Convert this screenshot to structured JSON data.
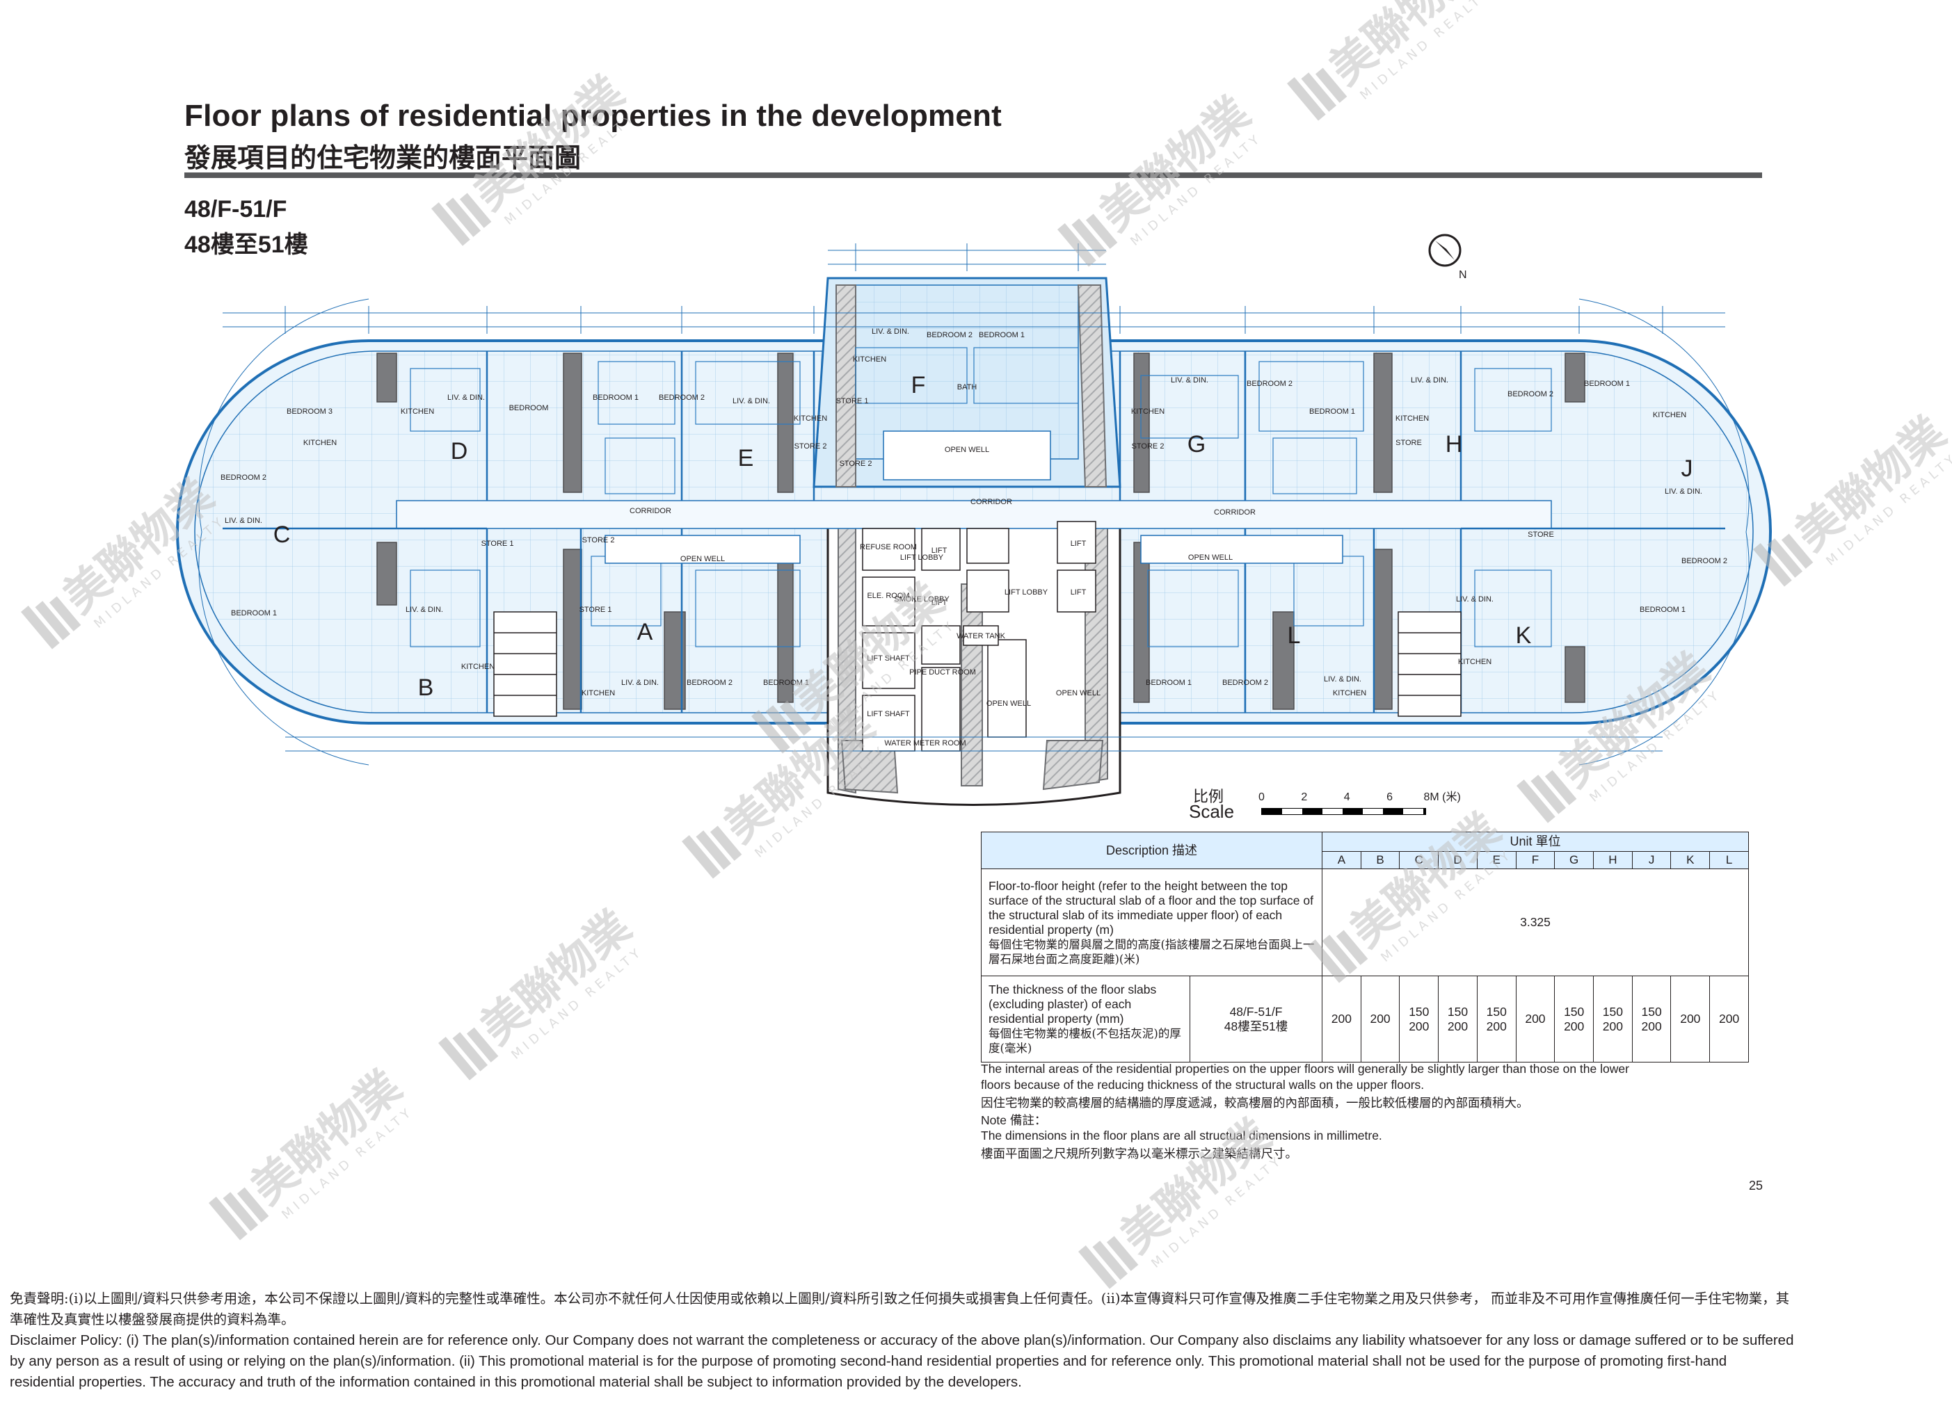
{
  "header": {
    "title_en": "Floor plans of residential properties in the development",
    "title_zh": "發展項目的住宅物業的樓面平面圖",
    "floor_en": "48/F-51/F",
    "floor_zh": "48樓至51樓"
  },
  "colors": {
    "rule": "#58595b",
    "plan_line": "#1f6fb5",
    "unit_fill": "#cfe6f7",
    "wall": "#6d6e71",
    "watermark": "#bfbfbf"
  },
  "plan": {
    "units": [
      "A",
      "B",
      "C",
      "D",
      "E",
      "F",
      "G",
      "H",
      "J",
      "K",
      "L"
    ],
    "room_labels": {
      "corridor": "CORRIDOR",
      "open_well": "OPEN WELL",
      "lift": "LIFT",
      "lift_lobby": "LIFT LOBBY",
      "lift_shaft": "LIFT SHAFT",
      "refuse_room": "REFUSE ROOM",
      "ele_room": "ELE. ROOM",
      "smoke_lobby": "SMOKE LOBBY",
      "water_tank": "WATER TANK",
      "pipe_duct_room": "PIPE DUCT ROOM",
      "water_meter_room": "WATER METER ROOM",
      "liv_din": "LIV. & DIN.",
      "bedroom": "BEDROOM",
      "bedroom_1": "BEDROOM 1",
      "bedroom_2": "BEDROOM 2",
      "bedroom_3": "BEDROOM 3",
      "kitchen": "KITCHEN",
      "bath": "BATH",
      "store": "STORE",
      "store_1": "STORE 1",
      "store_2": "STORE 2"
    },
    "north_label": "N"
  },
  "scale": {
    "label_zh": "比例",
    "label_en": "Scale",
    "ticks": [
      "0",
      "2",
      "4",
      "6",
      "8M (米)"
    ]
  },
  "table": {
    "description_header": "Description 描述",
    "unit_header": "Unit 單位",
    "unit_letters": [
      "A",
      "B",
      "C",
      "D",
      "E",
      "F",
      "G",
      "H",
      "J",
      "K",
      "L"
    ],
    "row1": {
      "desc_en": "Floor-to-floor height (refer to the height between the top surface of the structural slab of a floor and the top surface of the structural slab of its immediate upper floor) of each residential property (m)",
      "desc_zh": "每個住宅物業的層與層之間的高度(指該樓層之石屎地台面與上一層石屎地台面之高度距離)(米)",
      "value": "3.325"
    },
    "row2": {
      "desc_en": "The thickness of the floor slabs (excluding plaster) of each residential property (mm)",
      "desc_zh": "每個住宅物業的樓板(不包括灰泥)的厚度(毫米)",
      "floor_en": "48/F-51/F",
      "floor_zh": "48樓至51樓",
      "values": [
        "200",
        "200",
        "150\n200",
        "150\n200",
        "150\n200",
        "200",
        "150\n200",
        "150\n200",
        "150\n200",
        "200",
        "200"
      ]
    }
  },
  "notes": {
    "line1_en": "The internal areas of the residential properties on the upper floors will generally be slightly larger than those on the lower",
    "line2_en": "floors because of the reducing thickness of the structural walls on the upper floors.",
    "line3_zh": "因住宅物業的較高樓層的結構牆的厚度遞減，較高樓層的內部面積，一般比較低樓層的內部面積稍大。",
    "note_label": "Note 備註：",
    "line5_en": "The dimensions in the floor plans are all structual dimensions in millimetre.",
    "line6_zh": "樓面平面圖之尺規所列數字為以毫米標示之建築結構尺寸。"
  },
  "page_number": "25",
  "disclaimer": {
    "zh_1": "免責聲明:(i)以上圖則/資料只供參考用途，本公司不保證以上圖則/資料的完整性或準確性。本公司亦不就任何人仕因使用或依賴以上圖則/資料所引致之任何損失或損害負上任何責任。(ii)本宣傳資料只可作宣傳及推廣二手住宅物業之用及只供參考， 而並非及不可用作宣傳推廣任何一手住宅物業，其",
    "zh_2": "準確性及真實性以樓盤發展商提供的資料為準。",
    "en_1": "Disclaimer Policy: (i) The plan(s)/information contained herein are for reference only. Our Company does not warrant the completeness or accuracy of the above plan(s)/information. Our Company also disclaims any liability whatsoever for any loss or damage suffered or to be suffered",
    "en_2": "by any person as a result of using or relying on the plan(s)/information. (ii) This promotional material is for the purpose of promoting second-hand residential properties and for reference only. This promotional material shall not be used for the purpose of promoting first-hand",
    "en_3": "residential properties. The accuracy and truth of the information contained in this promotional material shall be subject to information provided by the developers."
  },
  "watermark": {
    "brand_zh": "美聯物業",
    "brand_en": "MIDLAND REALTY"
  }
}
